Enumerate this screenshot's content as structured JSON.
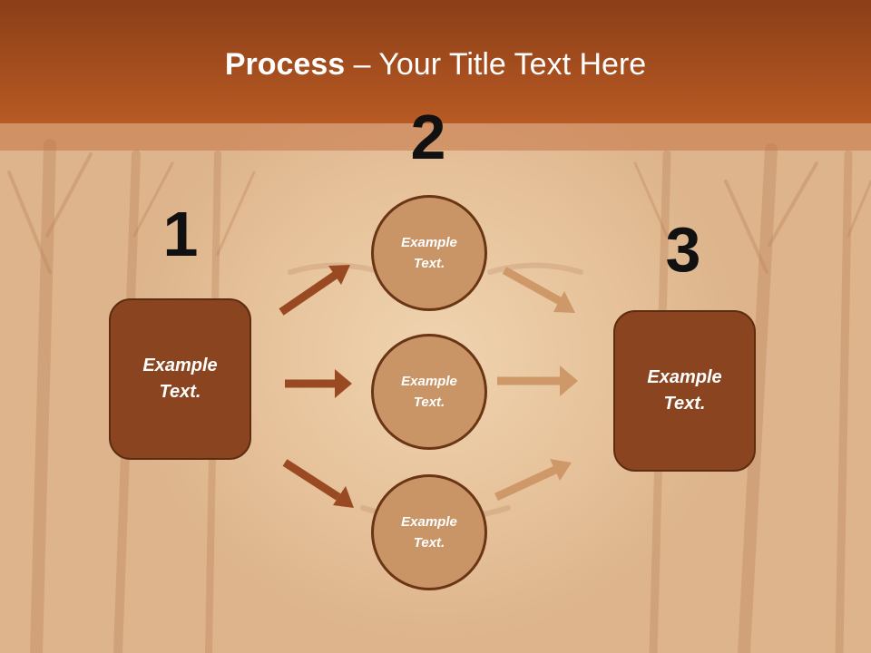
{
  "title": {
    "bold": "Process",
    "rest": " – Your Title Text Here"
  },
  "steps": [
    {
      "number": "1",
      "label": "Example\nText."
    },
    {
      "number": "2",
      "label": "Example\nText."
    },
    {
      "number": "3",
      "label": "Example\nText."
    }
  ],
  "circles": [
    {
      "label": "Example\nText."
    },
    {
      "label": "Example\nText."
    },
    {
      "label": "Example\nText."
    }
  ],
  "colors": {
    "header": "#a44d1e",
    "box": "#8a4520",
    "circle": "#c99466",
    "arrow_dark": "#9a4a22",
    "arrow_light": "#cf9868"
  }
}
